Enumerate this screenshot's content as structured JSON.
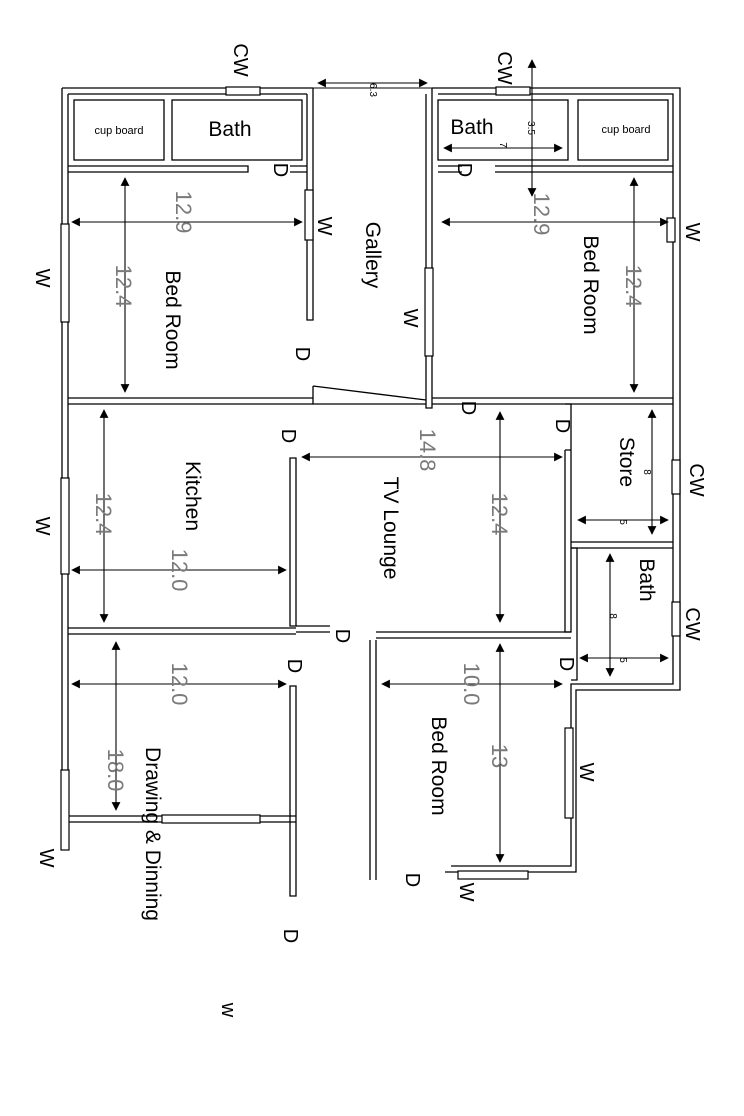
{
  "plan": {
    "rooms": {
      "cupboard_left": "cup board",
      "bath_top_left": "Bath",
      "bath_top_right": "Bath",
      "cupboard_right": "cup board",
      "bedroom_left": "Bed Room",
      "gallery": "Gallery",
      "bedroom_right": "Bed Room",
      "kitchen": "Kitchen",
      "tv_lounge": "TV Lounge",
      "store": "Store",
      "bath_right": "Bath",
      "drawing": "Drawing & Dinning",
      "bedroom_bottom": "Bed Room"
    },
    "dims": {
      "gallery_width": "6.3",
      "bath_right_top_a": "3.5",
      "bath_right_top_b": "7",
      "bedroom_left_w": "12.9",
      "bedroom_left_h": "12.4",
      "bedroom_right_w": "12.9",
      "bedroom_right_h": "12.4",
      "kitchen_w": "12.4",
      "kitchen_h": "12.0",
      "lounge_w": "14.8",
      "lounge_h": "12.4",
      "store_a": "8",
      "store_b": "5",
      "bath_a": "8",
      "bath_b": "5",
      "drawing_w": "12.0",
      "drawing_h": "18.0",
      "bedroom_bottom_w": "10.0",
      "bedroom_bottom_h": "13"
    },
    "marks": {
      "cw_top_left": "CW",
      "cw_top_right": "CW",
      "cw_store": "CW",
      "cw_bath": "CW",
      "d_bath_left": "D",
      "d_bath_right": "D",
      "d_bed_left": "D",
      "d_bed_right": "D",
      "d_kitchen": "D",
      "d_store": "D",
      "d_lounge": "D",
      "d_drawing_top": "D",
      "d_drawing_bottom": "D",
      "d_bed_bottom": "D",
      "w_bed_left_inner": "W",
      "w_bed_left_outer": "W",
      "w_gallery": "W",
      "w_bed_right": "W",
      "w_kitchen": "W",
      "w_drawing": "W",
      "w_bed_bottom_right": "W",
      "w_bed_bottom": "W",
      "w_drawing_bottom": "w"
    }
  }
}
